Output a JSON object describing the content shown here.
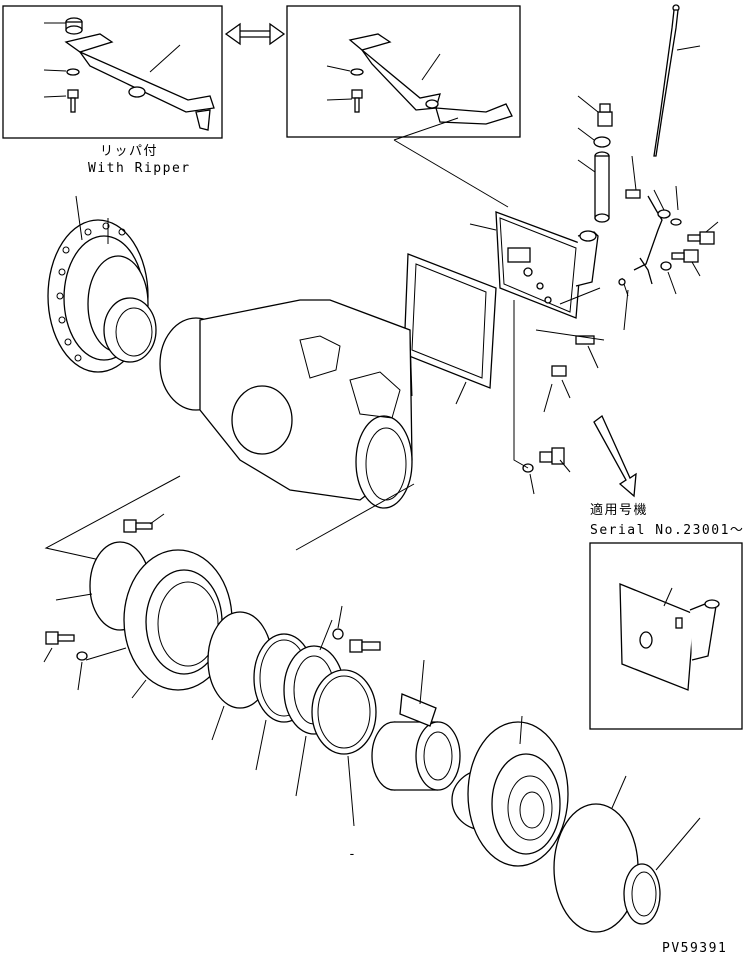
{
  "inset_ripper": {
    "label_jp": "リッパ付",
    "label_en": "With Ripper"
  },
  "inset_serial": {
    "label_jp": "適用号機",
    "label_en": "Serial No.23001～"
  },
  "drawing_code": "PV59391",
  "arrow_symbol": "double-arrow",
  "stray_mark": "-"
}
